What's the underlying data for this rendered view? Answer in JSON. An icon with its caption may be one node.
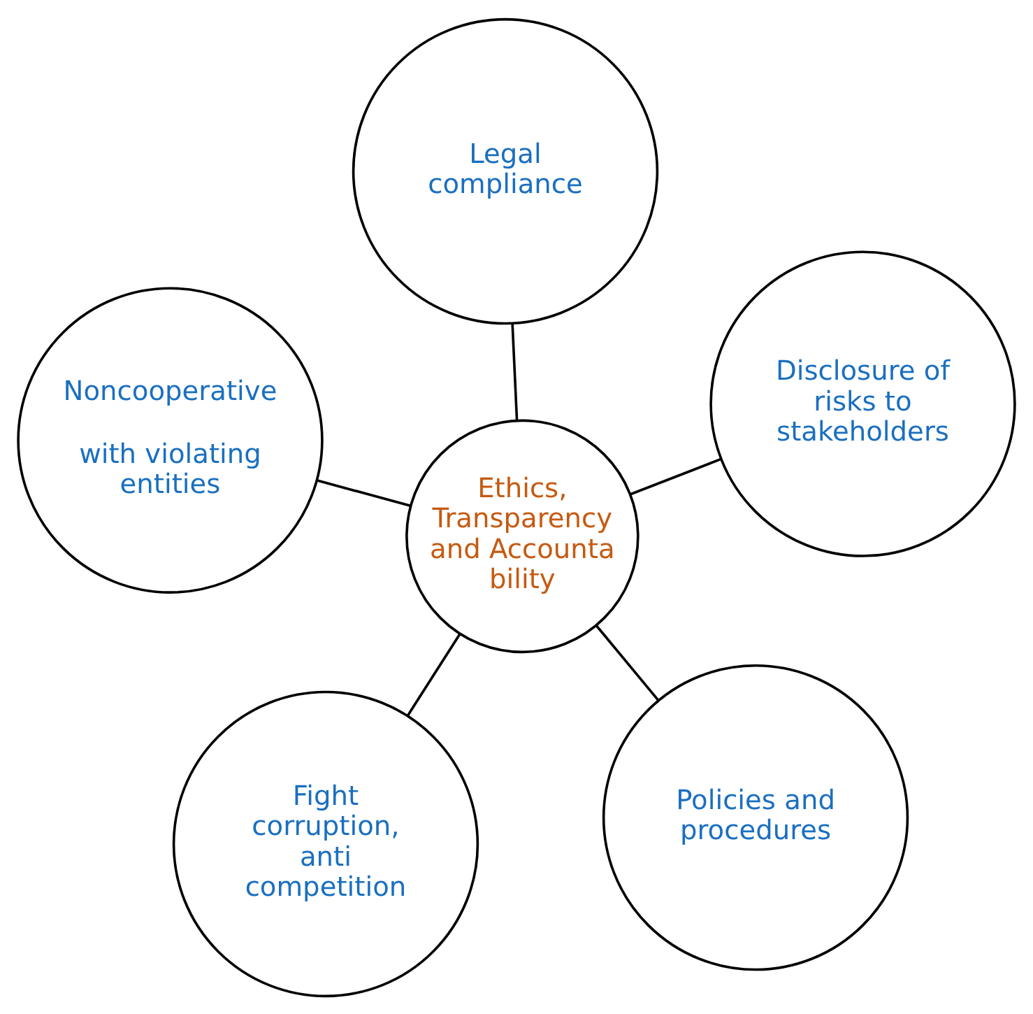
{
  "diagram": {
    "nodes": [
      {
        "text": [
          "Ethics, Transparency and Accountability"
        ]
      },
      {
        "text": [
          "Policies and procedures"
        ]
      },
      {
        "text": [
          "Fight corruption, anti competition"
        ]
      },
      {
        "text": [
          "Noncooperative",
          "with violating entities"
        ]
      },
      {
        "text": [
          "Disclosure of risks to stakeholders"
        ]
      },
      {
        "text": [
          "Legal compliance"
        ]
      }
    ],
    "edges": [
      {
        "from": 0,
        "to": 1,
        "arrow": "none"
      },
      {
        "from": 0,
        "to": 2,
        "arrow": "none"
      },
      {
        "from": 0,
        "to": 3,
        "arrow": "none"
      },
      {
        "from": 0,
        "to": 4,
        "arrow": "none"
      },
      {
        "from": 0,
        "to": 5,
        "arrow": "none"
      }
    ]
  }
}
